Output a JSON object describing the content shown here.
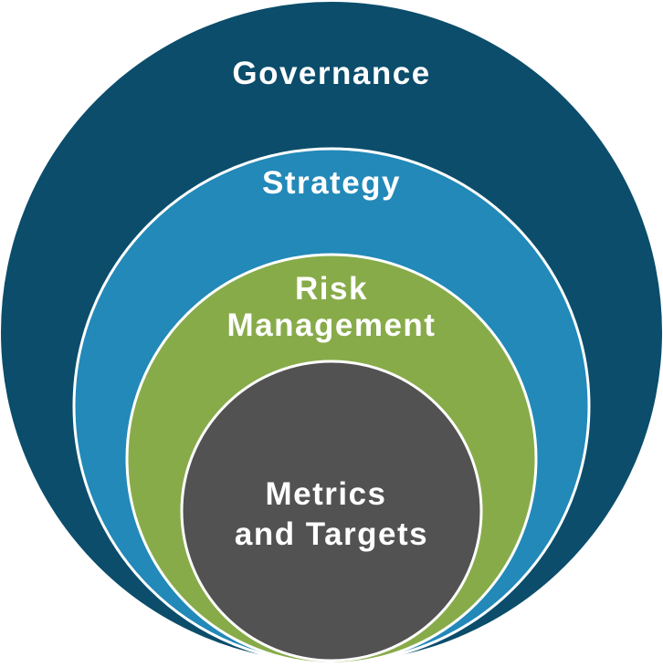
{
  "diagram": {
    "colors": {
      "governance": "#0b4d6b",
      "strategy": "#2289b8",
      "risk_management": "#88ab4a",
      "metrics_and_targets": "#525252",
      "outline": "#ffffff"
    },
    "rings": {
      "governance": {
        "label": "Governance"
      },
      "strategy": {
        "label": "Strategy"
      },
      "risk_management": {
        "line1": "Risk",
        "line2": "Management"
      },
      "metrics_and_targets": {
        "line1": "Metrics",
        "line2": "and Targets"
      }
    }
  }
}
